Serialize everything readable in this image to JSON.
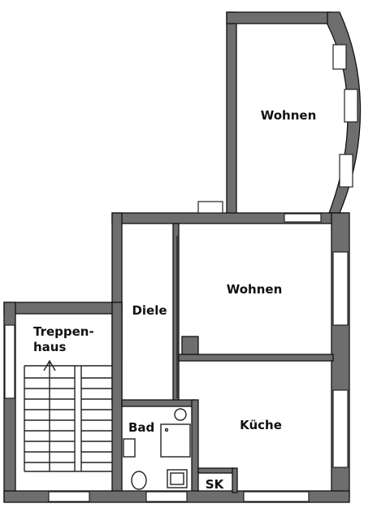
{
  "plan": {
    "rooms": {
      "wohnen_top": "Wohnen",
      "wohnen_middle": "Wohnen",
      "diele": "Diele",
      "treppenhaus_line1": "Treppen-",
      "treppenhaus_line2": "haus",
      "bad": "Bad",
      "kueche": "Küche",
      "sk": "SK"
    }
  }
}
